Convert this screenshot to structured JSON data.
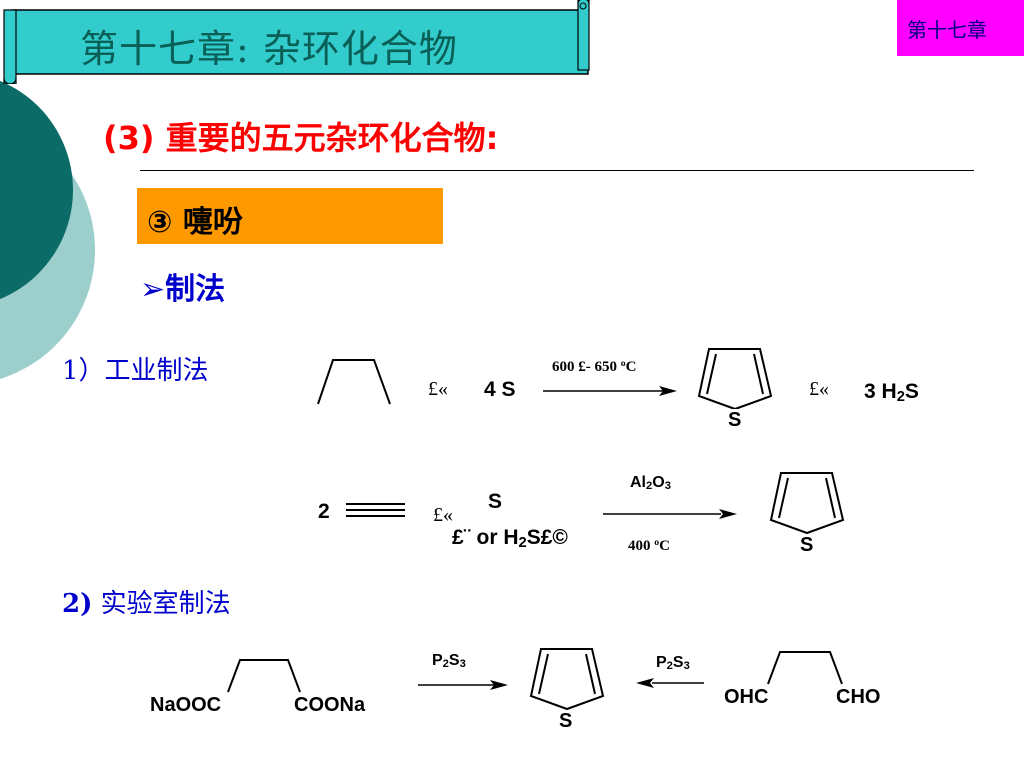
{
  "header": {
    "title": "第十七章: 杂环化合物",
    "chapter_tab": "第十七章"
  },
  "section": {
    "title": "(3) 重要的五元杂环化合物:",
    "subsection": "③ 嚏吩",
    "bullet_symbol": "➢",
    "bullet_text": "制法"
  },
  "method1": {
    "label": "1）工业制法",
    "r1": {
      "plus1": "£«",
      "reagent": "4 S",
      "cond_temp_a": "600 £- 650 ",
      "cond_deg": "o",
      "cond_unit": "C",
      "product_atom": "S",
      "plus2": "£«",
      "byproduct_main": "3 H",
      "byproduct_sub": "2",
      "byproduct_end": "S"
    },
    "r2": {
      "coef": "2",
      "plus": "£«",
      "reagent_s": "S",
      "alt_a": "£¨ or H",
      "alt_sub": "2",
      "alt_b": "S£©",
      "cond_top_a": "Al",
      "cond_top_s1": "2",
      "cond_top_b": "O",
      "cond_top_s2": "3",
      "cond_bottom_a": "400 ",
      "cond_bottom_deg": "o",
      "cond_bottom_unit": "C",
      "product_atom": "S"
    }
  },
  "method2": {
    "label_num": "2)",
    "label_text": " 实验室制法",
    "left": {
      "group1": "NaOOC",
      "group2": "COONa",
      "reagent_a": "P",
      "reagent_s1": "2",
      "reagent_b": "S",
      "reagent_s2": "3"
    },
    "product_atom": "S",
    "right": {
      "reagent_a": "P",
      "reagent_s1": "2",
      "reagent_b": "S",
      "reagent_s2": "3",
      "group1": "OHC",
      "group2": "CHO"
    }
  },
  "colors": {
    "banner_fill": "#33cccc",
    "title_text": "#0a5f57",
    "chapter_tab": "#ff00ff",
    "section_title": "#ff0000",
    "orange_box": "#ff9900",
    "label_blue": "#0000cc",
    "deco_dark": "#0b6b67",
    "deco_light": "#9ccfcc"
  }
}
